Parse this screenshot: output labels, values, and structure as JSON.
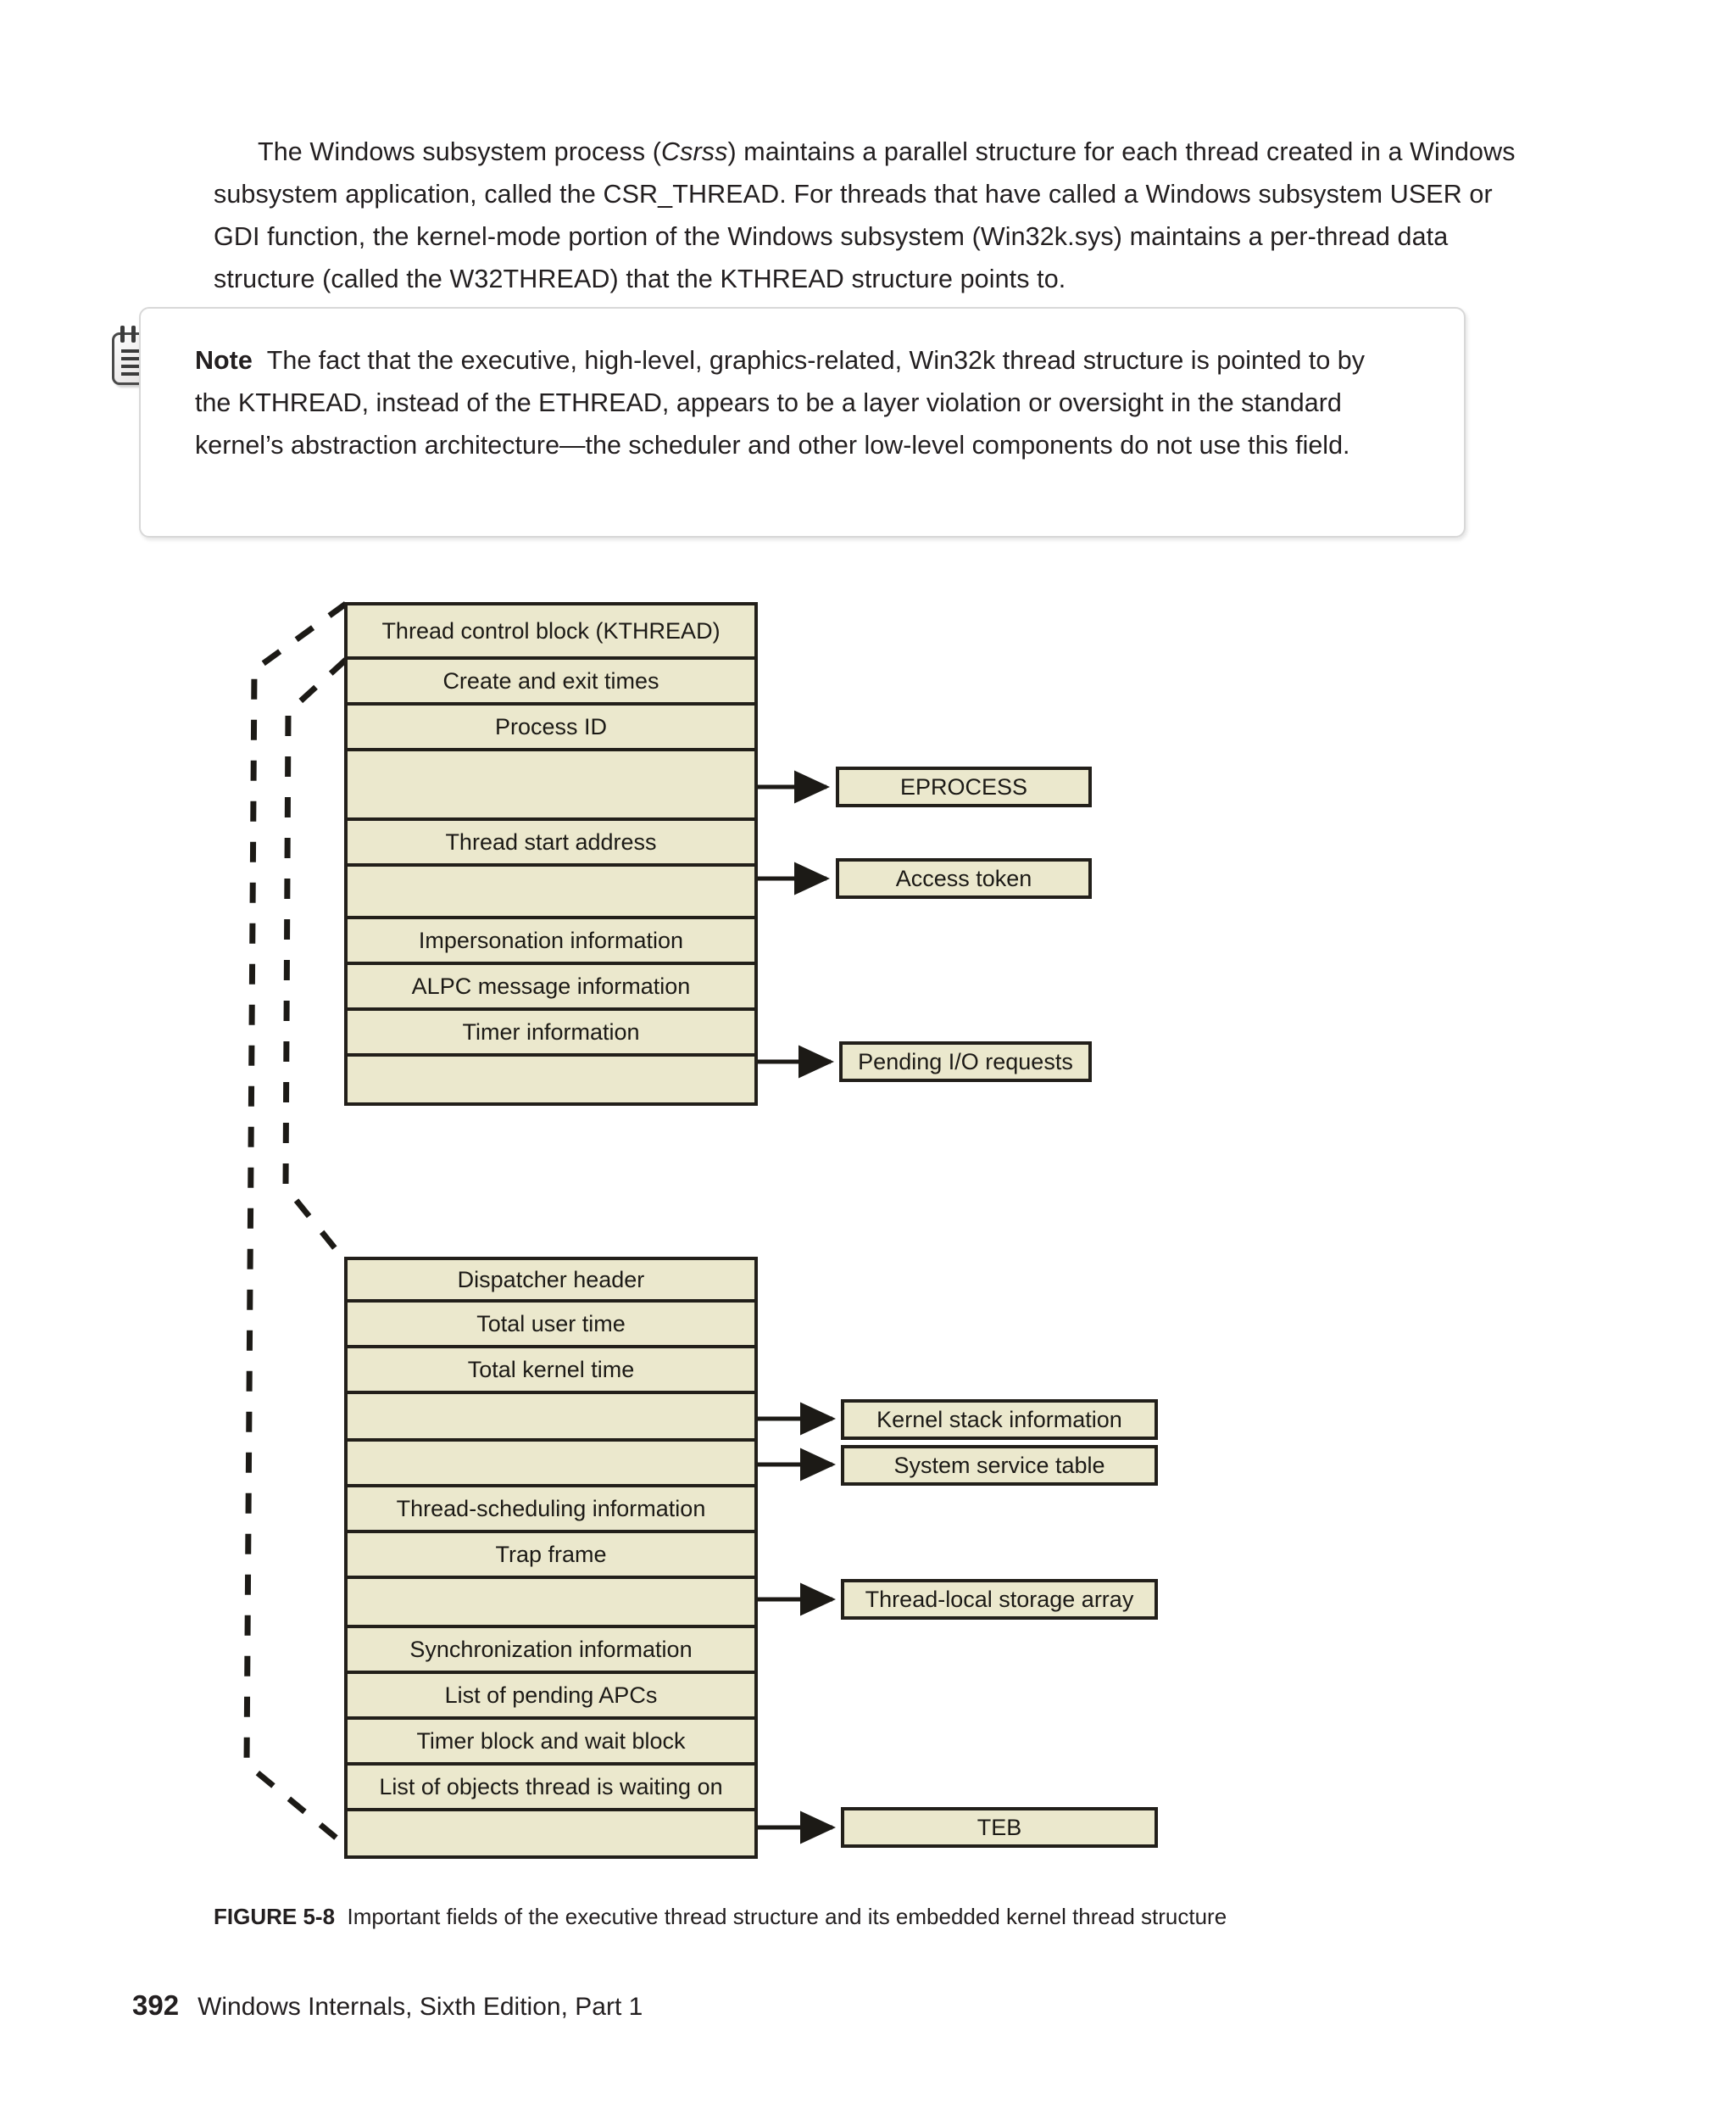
{
  "page": {
    "number": "392",
    "running_title": "Windows Internals, Sixth Edition, Part 1"
  },
  "paragraph": {
    "lead": "The Windows subsystem process (",
    "emphasis": "Csrss",
    "rest": ") maintains a parallel structure for each thread created in a Windows subsystem application, called the CSR_THREAD. For threads that have called a Windows subsystem USER or GDI function, the kernel-mode portion of the Windows subsystem (Win32k.sys) maintains a per-thread data structure (called the W32THREAD) that the KTHREAD structure points to."
  },
  "note": {
    "icon": "notepad-icon",
    "label": "Note",
    "text": "The fact that the executive, high-level, graphics-related, Win32k thread structure is pointed to by the KTHREAD, instead of the ETHREAD, appears to be a layer violation or oversight in the standard kernel’s abstraction architecture—the scheduler and other low-level components do not use this field."
  },
  "figure": {
    "caption_label": "FIGURE 5-8",
    "caption_text": "Important fields of the executive thread structure and its embedded kernel thread structure",
    "colors": {
      "box_fill": "#ebe8cd",
      "box_border": "#221f1a",
      "page_background": "#ffffff"
    },
    "ethread": {
      "title": "Thread control block (KTHREAD)",
      "rows": [
        {
          "label": "Create and exit times",
          "pointer": false
        },
        {
          "label": "Process ID",
          "pointer": false
        },
        {
          "label": "",
          "pointer": true,
          "target": "EPROCESS"
        },
        {
          "label": "Thread start address",
          "pointer": false
        },
        {
          "label": "",
          "pointer": true,
          "target": "Access token"
        },
        {
          "label": "Impersonation information",
          "pointer": false
        },
        {
          "label": "ALPC message information",
          "pointer": false
        },
        {
          "label": "Timer information",
          "pointer": false
        },
        {
          "label": "",
          "pointer": true,
          "target": "Pending I/O requests"
        }
      ],
      "targets": [
        "EPROCESS",
        "Access token",
        "Pending I/O requests"
      ]
    },
    "kthread": {
      "rows": [
        {
          "label": "Dispatcher header",
          "pointer": false
        },
        {
          "label": "Total user time",
          "pointer": false
        },
        {
          "label": "Total kernel time",
          "pointer": false
        },
        {
          "label": "",
          "pointer": true,
          "target": "Kernel stack information"
        },
        {
          "label": "",
          "pointer": true,
          "target": "System service table"
        },
        {
          "label": "Thread-scheduling information",
          "pointer": false
        },
        {
          "label": "Trap frame",
          "pointer": false
        },
        {
          "label": "",
          "pointer": true,
          "target": "Thread-local storage array"
        },
        {
          "label": "Synchronization information",
          "pointer": false
        },
        {
          "label": "List of pending APCs",
          "pointer": false
        },
        {
          "label": "Timer block and wait block",
          "pointer": false
        },
        {
          "label": "List of objects thread is waiting on",
          "pointer": false
        },
        {
          "label": "",
          "pointer": true,
          "target": "TEB"
        }
      ],
      "targets": [
        "Kernel stack information",
        "System service table",
        "Thread-local storage array",
        "TEB"
      ]
    }
  }
}
